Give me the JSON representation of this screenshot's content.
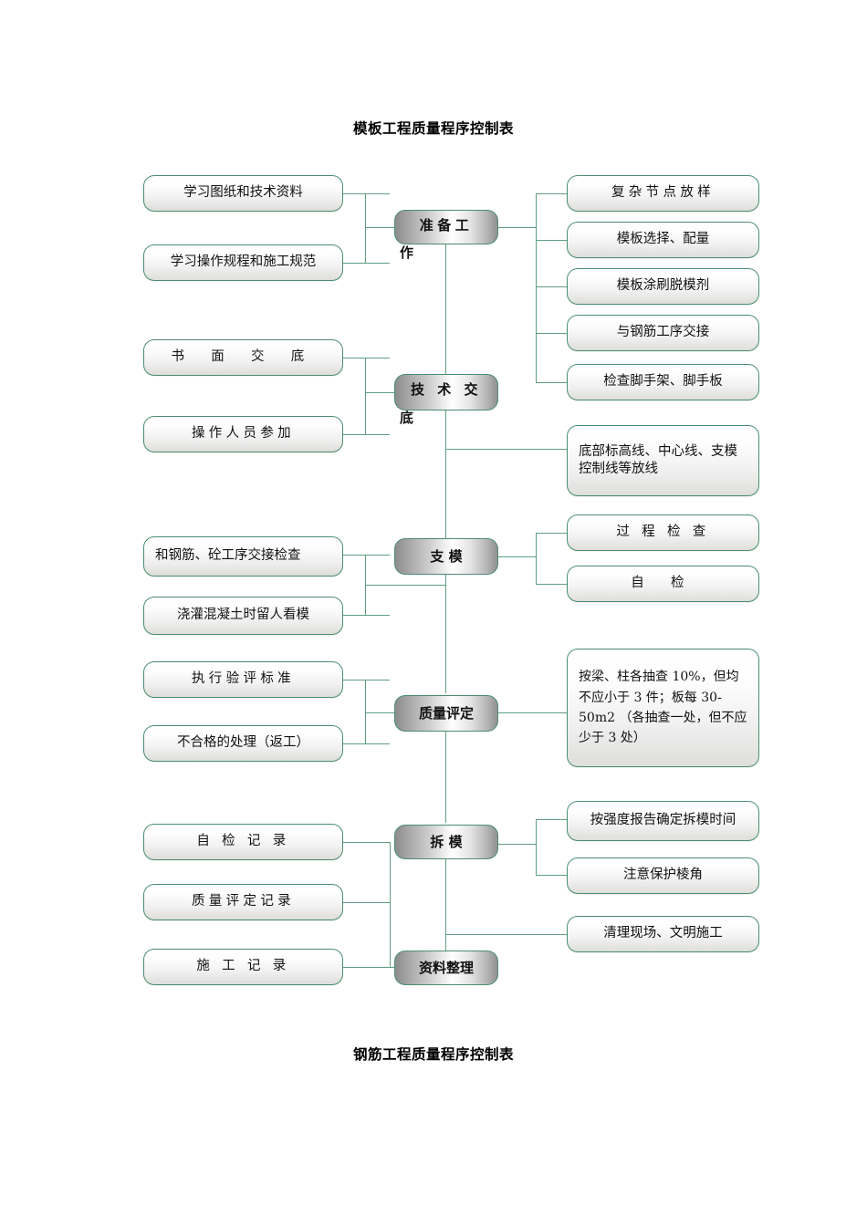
{
  "document": {
    "title_top": "模板工程质量程序控制表",
    "title_bottom": "钢筋工程质量程序控制表"
  },
  "theme": {
    "line_color": "#5f9e7f",
    "box_border": "#4a8f6d",
    "leaf_fill_top": "#ffffff",
    "leaf_fill_bottom": "#dededc",
    "stage_fill_edge": "#8c8c8c",
    "stage_fill_center": "#ffffff",
    "text_color": "#111111"
  },
  "chart_data": {
    "type": "diagram",
    "title": "模板工程质量程序控制表",
    "stages": [
      {
        "id": "stage-1",
        "label": "准备工作",
        "inputs": [
          "学习图纸和技术资料",
          "学习操作规程和施工规范"
        ],
        "outputs": [
          "复杂节点放样",
          "模板选择、配量",
          "模板涂刷脱模剂",
          "与钢筋工序交接",
          "检查脚手架、脚手板"
        ]
      },
      {
        "id": "stage-2",
        "label": "技术交底",
        "inputs": [
          "书 面 交 底",
          "操作人员参加"
        ],
        "outputs": [
          "底部标高线、中心线、支模控制线等放线"
        ]
      },
      {
        "id": "stage-3",
        "label": "支 模",
        "inputs": [
          "和钢筋、砼工序交接检查",
          "浇灌混凝土时留人看模"
        ],
        "outputs": [
          "过 程 检 查",
          "自 检"
        ]
      },
      {
        "id": "stage-4",
        "label": "质量评定",
        "inputs": [
          "执行验评标准",
          "不合格的处理（返工）"
        ],
        "outputs": [
          "按梁、柱各抽查 10%，但均不应小于 3 件；板每 30-50m2 （各抽查一处，但不应少于 3 处）"
        ]
      },
      {
        "id": "stage-5",
        "label": "拆 模",
        "inputs": [],
        "outputs": [
          "按强度报告确定拆模时间",
          "注意保护棱角"
        ]
      },
      {
        "id": "stage-6",
        "label": "资料整理",
        "inputs": [
          "自 检 记 录",
          "质量评定记录",
          "施 工 记 录"
        ],
        "outputs": [
          "清理现场、文明施工"
        ]
      }
    ]
  },
  "nodes": {
    "stage1": "准备工",
    "stage1_overflow": "作",
    "stage2": "技 术 交",
    "stage2_overflow": "底",
    "stage3": "支    模",
    "stage4": "质量评定",
    "stage5": "拆    模",
    "stage6": "资料整理",
    "l1a": "学习图纸和技术资料",
    "l1b": "学习操作规程和施工规范",
    "l2a": "书 面 交 底",
    "l2b": "操作人员参加",
    "l3a": "和钢筋、砼工序交接检查",
    "l3b": "浇灌混凝土时留人看模",
    "l4a": "执行验评标准",
    "l4b": "不合格的处理（返工）",
    "l6a": "自 检 记 录",
    "l6b": "质量评定记录",
    "l6c": "施 工 记 录",
    "r1a": "复杂节点放样",
    "r1b": "模板选择、配量",
    "r1c": "模板涂刷脱模剂",
    "r1d": "与钢筋工序交接",
    "r1e": "检查脚手架、脚手板",
    "r2a": "底部标高线、中心线、支模控制线等放线",
    "r3a": "过 程 检 查",
    "r3b": "自    检",
    "r4a": "按梁、柱各抽查 10%，但均不应小于 3 件；板每 30-50m2 （各抽查一处，但不应少于 3 处）",
    "r5a": "按强度报告确定拆模时间",
    "r5b": "注意保护棱角",
    "r6a": "清理现场、文明施工"
  }
}
